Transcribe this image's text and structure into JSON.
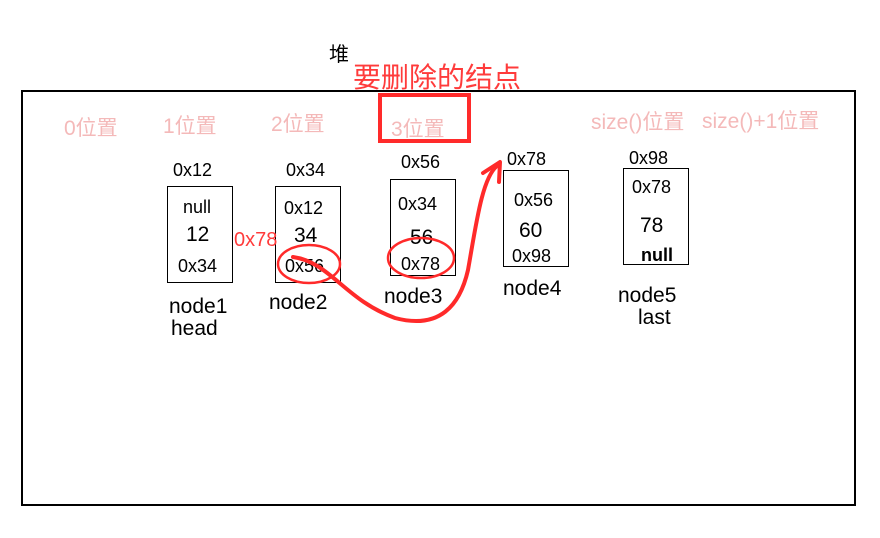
{
  "heap_label": "堆",
  "title": "要删除的结点",
  "positions": [
    "0位置",
    "1位置",
    "2位置",
    "3位置",
    "size()位置",
    "size()+1位置"
  ],
  "nodes": [
    {
      "address": "0x12",
      "prev": "null",
      "value": "12",
      "next": "0x34",
      "name": "node1",
      "tag": "head"
    },
    {
      "address": "0x34",
      "prev": "0x12",
      "value": "34",
      "next": "0x56",
      "name": "node2",
      "tag": ""
    },
    {
      "address": "0x56",
      "prev": "0x34",
      "value": "56",
      "next": "0x78",
      "name": "node3",
      "tag": ""
    },
    {
      "address": "0x78",
      "prev": "0x56",
      "value": "60",
      "next": "0x98",
      "name": "node4",
      "tag": ""
    },
    {
      "address": "0x98",
      "prev": "0x78",
      "value": "78",
      "next": "null",
      "name": "node5",
      "tag": "last"
    }
  ],
  "annotation": "0x78",
  "colors": {
    "accent": "#ff2a2a",
    "position_label": "#f4b9b9",
    "frame": "#000000"
  }
}
